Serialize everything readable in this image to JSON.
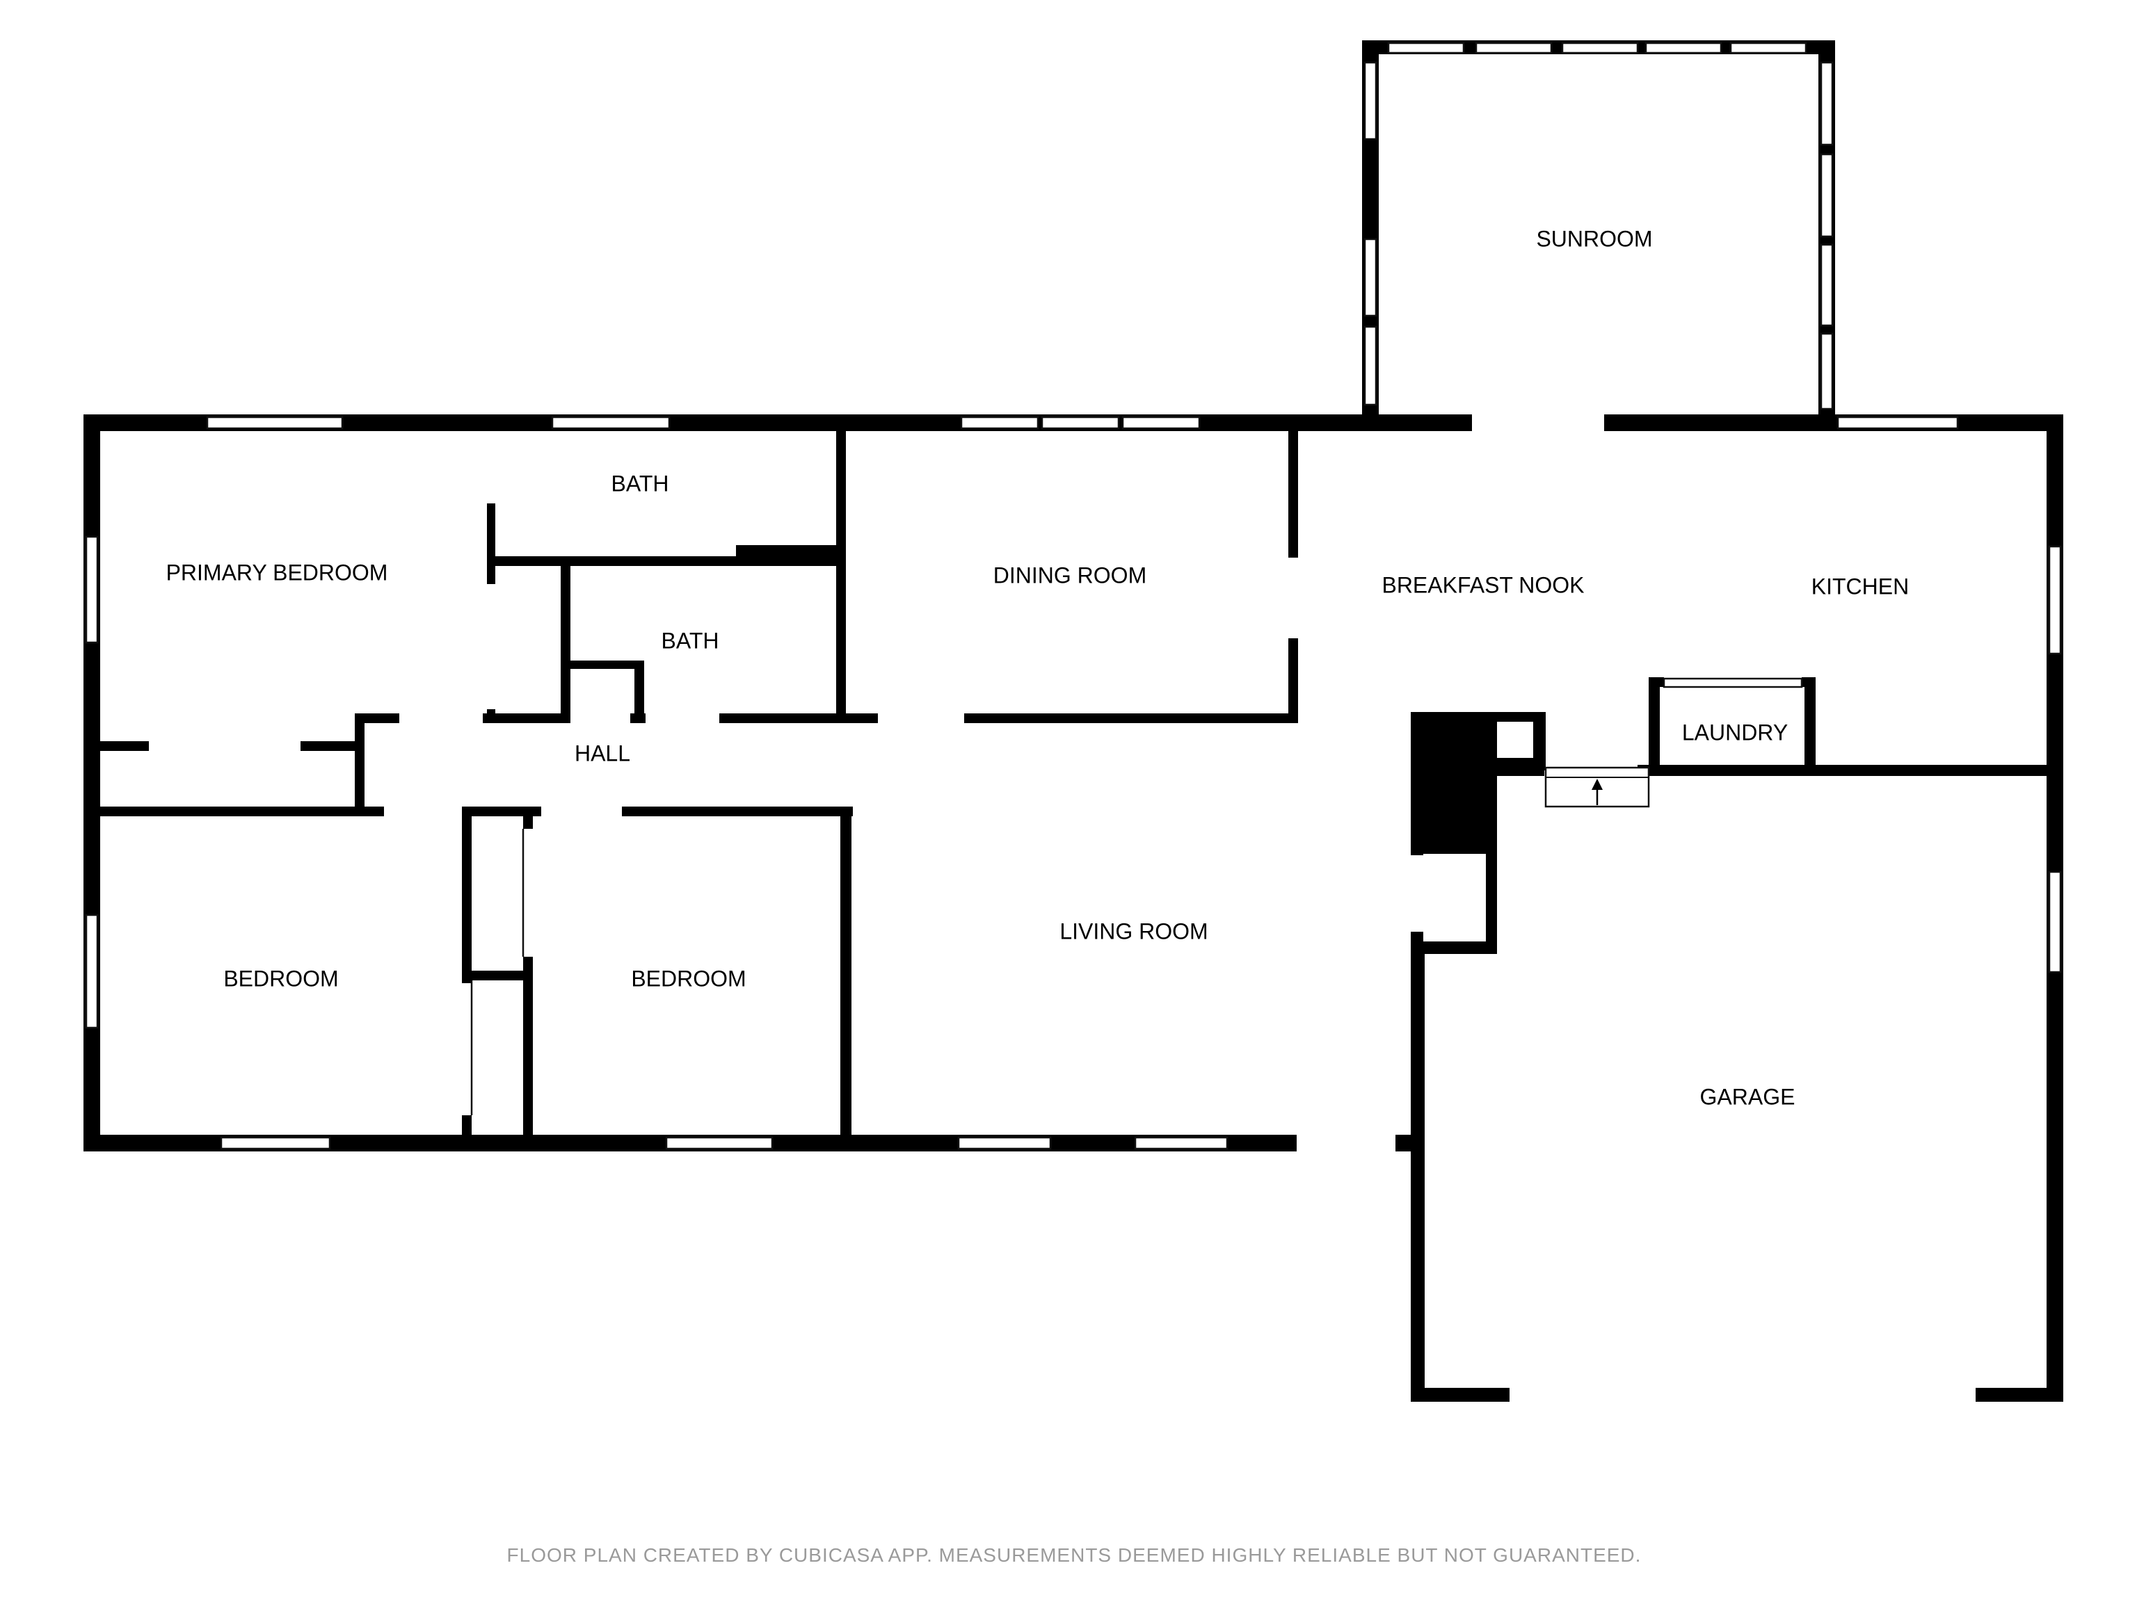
{
  "plan": {
    "rooms": {
      "sunroom": "SUNROOM",
      "bath_upper": "BATH",
      "primary_bedroom": "PRIMARY BEDROOM",
      "dining_room": "DINING ROOM",
      "breakfast_nook": "BREAKFAST NOOK",
      "kitchen": "KITCHEN",
      "bath_lower": "BATH",
      "laundry": "LAUNDRY",
      "hall": "HALL",
      "living_room": "LIVING ROOM",
      "bedroom_left": "BEDROOM",
      "bedroom_right": "BEDROOM",
      "garage": "GARAGE"
    },
    "footer": "FLOOR PLAN CREATED BY CUBICASA APP. MEASUREMENTS DEEMED HIGHLY RELIABLE BUT NOT GUARANTEED.",
    "colors": {
      "wall": "#000000",
      "background": "#ffffff",
      "footer_text": "#9a9a9a"
    }
  }
}
